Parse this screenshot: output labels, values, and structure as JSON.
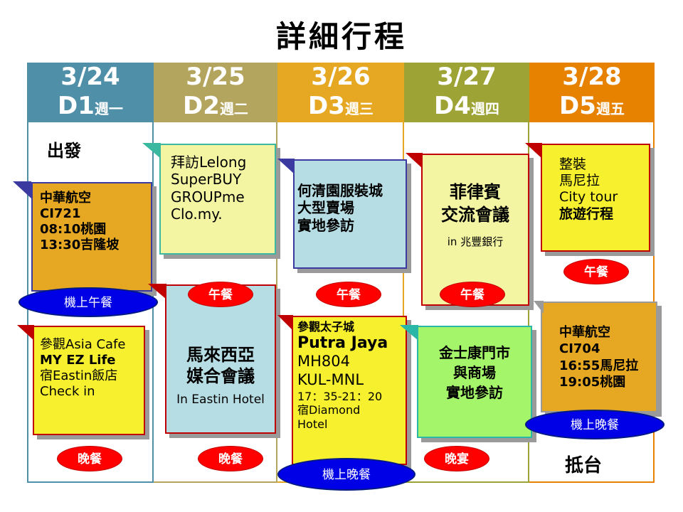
{
  "title": "詳細行程",
  "days": [
    {
      "date": "3/24",
      "dn": "D1",
      "wd": "週一",
      "color": "#4f8fa8"
    },
    {
      "date": "3/25",
      "dn": "D2",
      "wd": "週二",
      "color": "#b3a45e"
    },
    {
      "date": "3/26",
      "dn": "D3",
      "wd": "週三",
      "color": "#e6a822"
    },
    {
      "date": "3/27",
      "dn": "D4",
      "wd": "週四",
      "color": "#9ea335"
    },
    {
      "date": "3/28",
      "dn": "D5",
      "wd": "週五",
      "color": "#e68200"
    }
  ],
  "d1": {
    "depart": "出發",
    "flight": [
      "中華航空",
      "CI721",
      "08:10桃園",
      "13:30吉隆坡"
    ],
    "lunch": "機上午餐",
    "visit": [
      "參觀Asia Cafe",
      "MY EZ Life",
      "宿Eastin飯店",
      "Check in"
    ],
    "dinner": "晚餐"
  },
  "d2": {
    "visit": [
      "拜訪Lelong",
      "SuperBUY",
      "GROUPme",
      "Clo.my."
    ],
    "lunch": "午餐",
    "meeting": [
      "馬來西亞",
      "媒合會議"
    ],
    "venue": "In Eastin Hotel",
    "dinner": "晚餐"
  },
  "d3": {
    "visit": [
      "何清園服裝城",
      "大型賣場",
      "實地參訪"
    ],
    "lunch": "午餐",
    "putra": [
      "參觀太子城",
      "Putra Jaya",
      "MH804",
      "KUL-MNL",
      "17：35-21：20",
      "宿Diamond",
      "Hotel"
    ],
    "dinner": "機上晚餐"
  },
  "d4": {
    "meeting": [
      "菲律賓",
      "交流會議"
    ],
    "venue": "in 兆豐銀行",
    "lunch": "午餐",
    "visit": [
      "金士康門市",
      "與商場",
      "實地參訪"
    ],
    "dinner": "晚宴"
  },
  "d5": {
    "tour": [
      "整裝",
      "馬尼拉",
      "City tour",
      "旅遊行程"
    ],
    "lunch": "午餐",
    "flight": [
      "中華航空",
      "CI704",
      "16:55馬尼拉",
      "19:05桃園"
    ],
    "dinner": "機上晚餐",
    "arrive": "抵台"
  }
}
